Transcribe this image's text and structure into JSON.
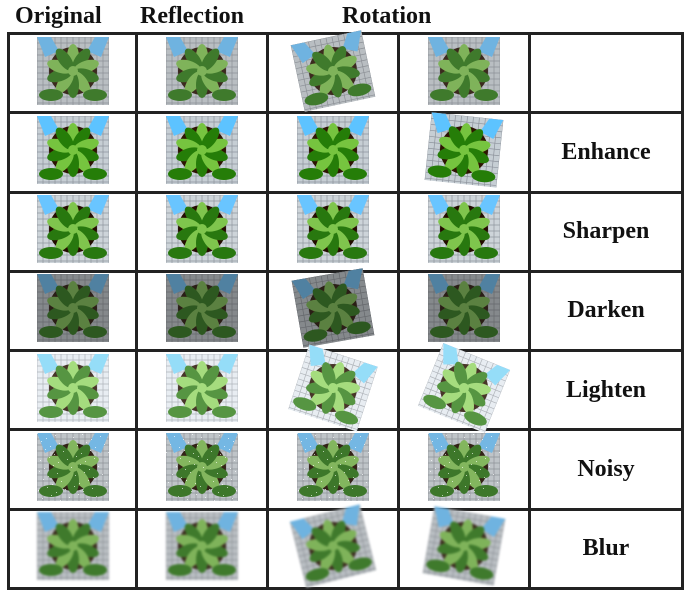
{
  "headers": {
    "original": "Original",
    "reflection": "Reflection",
    "rotation": "Rotation"
  },
  "rows": [
    {
      "label": "",
      "cells": [
        {
          "rot": 0,
          "flip": false,
          "tone": "normal"
        },
        {
          "rot": 0,
          "flip": true,
          "tone": "normal"
        },
        {
          "rot": -12,
          "flip": false,
          "tone": "normal"
        },
        {
          "rot": 0,
          "flip": false,
          "tone": "normal"
        }
      ]
    },
    {
      "label": "Enhance",
      "cells": [
        {
          "rot": 0,
          "flip": false,
          "tone": "enhance"
        },
        {
          "rot": 0,
          "flip": true,
          "tone": "enhance"
        },
        {
          "rot": 0,
          "flip": false,
          "tone": "enhance"
        },
        {
          "rot": 6,
          "flip": false,
          "tone": "enhance"
        }
      ]
    },
    {
      "label": "Sharpen",
      "cells": [
        {
          "rot": 0,
          "flip": false,
          "tone": "sharpen"
        },
        {
          "rot": 0,
          "flip": true,
          "tone": "sharpen"
        },
        {
          "rot": 0,
          "flip": false,
          "tone": "sharpen"
        },
        {
          "rot": 0,
          "flip": false,
          "tone": "sharpen"
        }
      ]
    },
    {
      "label": "Darken",
      "cells": [
        {
          "rot": 0,
          "flip": false,
          "tone": "darken"
        },
        {
          "rot": 0,
          "flip": true,
          "tone": "darken"
        },
        {
          "rot": -10,
          "flip": false,
          "tone": "darken"
        },
        {
          "rot": 0,
          "flip": false,
          "tone": "darken"
        }
      ]
    },
    {
      "label": "Lighten",
      "cells": [
        {
          "rot": 0,
          "flip": false,
          "tone": "lighten"
        },
        {
          "rot": 0,
          "flip": true,
          "tone": "lighten"
        },
        {
          "rot": 18,
          "flip": false,
          "tone": "lighten"
        },
        {
          "rot": 22,
          "flip": false,
          "tone": "lighten"
        }
      ]
    },
    {
      "label": "Noisy",
      "cells": [
        {
          "rot": 0,
          "flip": false,
          "tone": "noisy"
        },
        {
          "rot": 0,
          "flip": true,
          "tone": "noisy"
        },
        {
          "rot": 0,
          "flip": false,
          "tone": "noisy"
        },
        {
          "rot": 0,
          "flip": false,
          "tone": "noisy"
        }
      ]
    },
    {
      "label": "Blur",
      "cells": [
        {
          "rot": 0,
          "flip": false,
          "tone": "blur"
        },
        {
          "rot": 0,
          "flip": true,
          "tone": "blur"
        },
        {
          "rot": -14,
          "flip": false,
          "tone": "blur"
        },
        {
          "rot": 10,
          "flip": false,
          "tone": "blur"
        }
      ]
    }
  ],
  "colors": {
    "border": "#222222",
    "leaf": "#3f7a2c",
    "leaf_light": "#7fb35a",
    "soil": "#5a3a25",
    "mesh": "#8c9096",
    "sky_tape": "#6fb3e0"
  }
}
